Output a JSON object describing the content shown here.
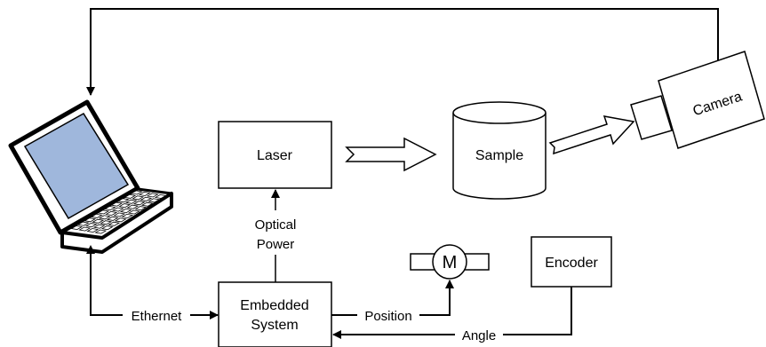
{
  "diagram": {
    "blocks": {
      "laser": "Laser",
      "sample": "Sample",
      "camera": "Camera",
      "motor": "M",
      "encoder": "Encoder",
      "embedded_line1": "Embedded",
      "embedded_line2": "System"
    },
    "connections": {
      "optical_line1": "Optical",
      "optical_line2": "Power",
      "ethernet": "Ethernet",
      "position": "Position",
      "angle": "Angle"
    }
  },
  "colors": {
    "stroke": "#000000",
    "screen": "#9fb7dc",
    "background": "#ffffff"
  }
}
